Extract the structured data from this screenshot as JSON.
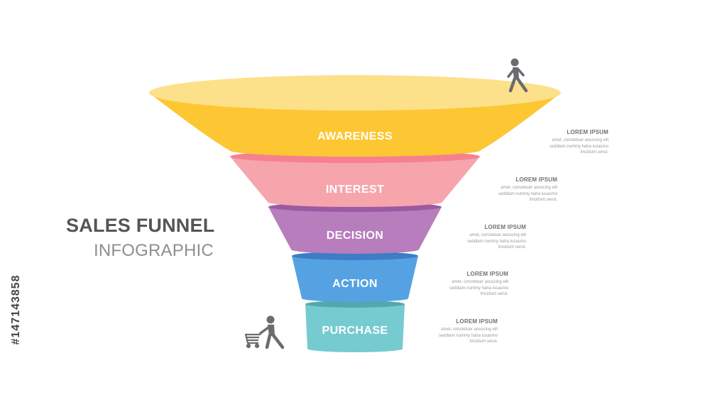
{
  "title": {
    "line1": "SALES FUNNEL",
    "line2": "INFOGRAPHIC"
  },
  "watermark_id": "#147143858",
  "stages": [
    {
      "label": "AWARENESS",
      "color": "#fcc732",
      "top_color": "#fde08a"
    },
    {
      "label": "INTEREST",
      "color": "#f7a5ad",
      "top_color": "#f6818e"
    },
    {
      "label": "DECISION",
      "color": "#b77dbc",
      "top_color": "#9b5aa2"
    },
    {
      "label": "ACTION",
      "color": "#55a2e2",
      "top_color": "#3d7cc6"
    },
    {
      "label": "PURCHASE",
      "color": "#75cbcf",
      "top_color": "#53a8ad"
    }
  ],
  "notes": [
    {
      "title": "LOREM IPSUM",
      "body": [
        "amet, conctetuer aouscing elit",
        "seddiam nummy haha iusasmo",
        "tincidunt uerut."
      ]
    },
    {
      "title": "LOREM IPSUM",
      "body": [
        "amet, conctetuer aouscing elit",
        "seddiam nummy haha iusasmo",
        "tincidunt uerut."
      ]
    },
    {
      "title": "LOREM IPSUM",
      "body": [
        "amet, conctetuer aouscing elit",
        "seddiam nummy haha iusasmo",
        "tincidunt uerut."
      ]
    },
    {
      "title": "LOREM IPSUM",
      "body": [
        "amet, conctetuer aouscing elit",
        "seddiam nummy haha iusasmo",
        "tincidunt uerut."
      ]
    },
    {
      "title": "LOREM IPSUM",
      "body": [
        "amet, conctetuer aouscing elit",
        "seddiam nummy haha iusasmo",
        "tincidunt uerut."
      ]
    }
  ],
  "icons": {
    "walker": "walking-person-icon",
    "shopper": "person-with-cart-icon"
  },
  "icon_color": "#6b6b70"
}
